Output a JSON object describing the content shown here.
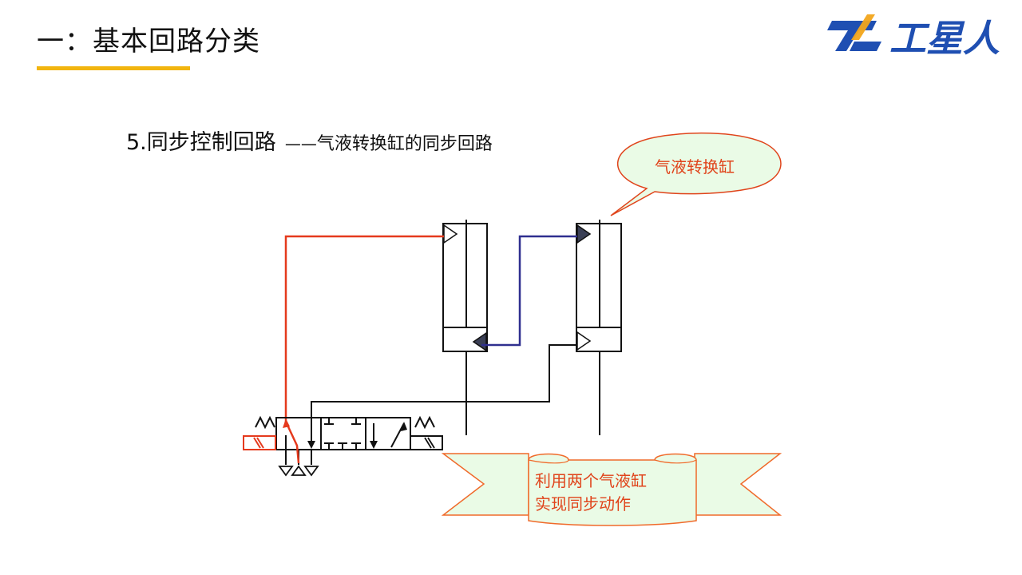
{
  "header": {
    "title": "一：基本回路分类",
    "logo_text": "工星人",
    "underline_color": "#f2b50f",
    "logo_color": "#1f4fb2",
    "logo_accent_color": "#f2a51b"
  },
  "section": {
    "heading": "5.同步控制回路",
    "dash": "——",
    "subheading": "气液转换缸的同步回路"
  },
  "callout": {
    "text": "气液转换缸",
    "fill_color": "#eafbe6",
    "stroke_color": "#e0441b"
  },
  "banner": {
    "line1": "利用两个气液缸",
    "line2": "实现同步动作",
    "fill_color": "#eafbe6",
    "stroke_color": "#f06a2a"
  },
  "colors": {
    "air_line": "#e53a1d",
    "oil_line": "#2f2f8f",
    "line": "#111111",
    "solenoid": "#e53a1d"
  }
}
